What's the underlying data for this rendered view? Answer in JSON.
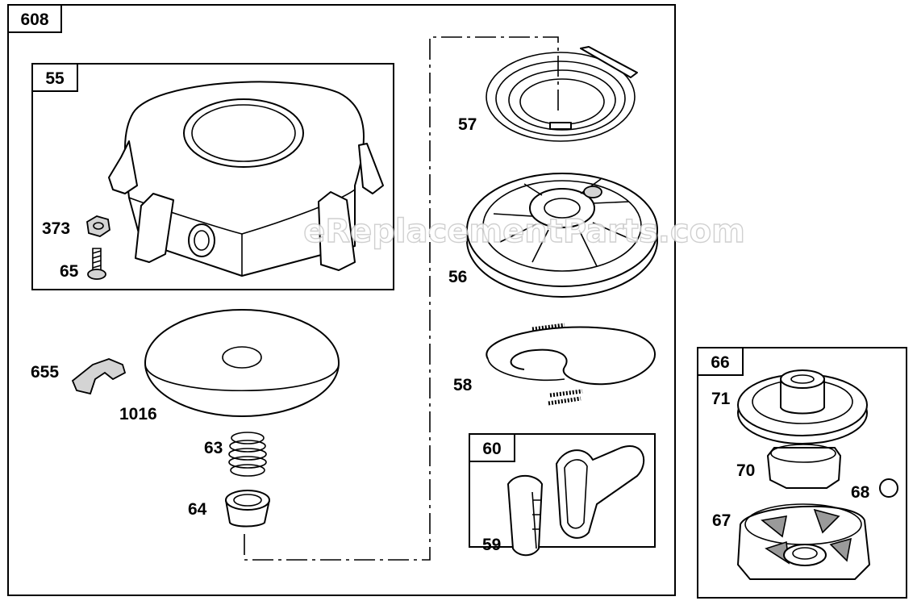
{
  "assembly": {
    "number": "608",
    "boxes": [
      {
        "id": "55",
        "label": "55"
      },
      {
        "id": "60",
        "label": "60"
      },
      {
        "id": "66",
        "label": "66"
      }
    ],
    "callouts": {
      "p373": "373",
      "p65": "65",
      "p655": "655",
      "p1016": "1016",
      "p63": "63",
      "p64": "64",
      "p57": "57",
      "p56": "56",
      "p58": "58",
      "p59": "59",
      "p71": "71",
      "p70": "70",
      "p68": "68",
      "p67": "67"
    }
  },
  "watermark": "eReplacementParts.com"
}
